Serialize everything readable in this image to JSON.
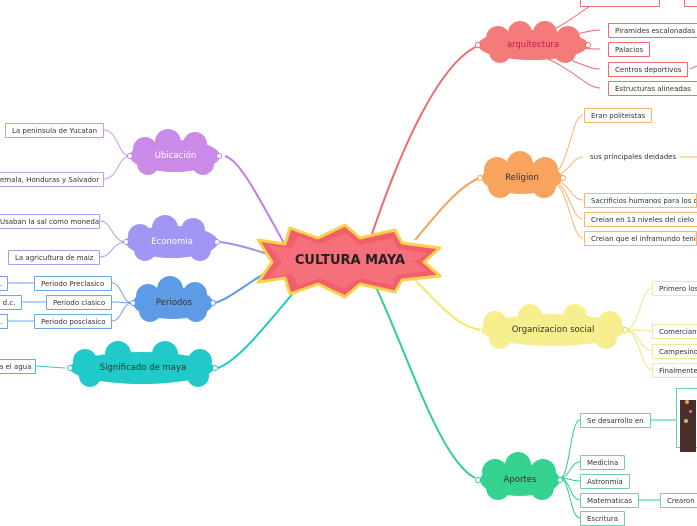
{
  "central": {
    "title": "CULTURA MAYA"
  },
  "branches": {
    "arquitectura": {
      "label": "arquitectura",
      "items": [
        "Piramides escalonadas",
        "Palacios",
        "Centros deportivos",
        "Estructuras alineadas"
      ]
    },
    "religion": {
      "label": "Religion",
      "items": [
        "Eran politeistas",
        "sus principales deidades",
        "Sacrificios humanos para los di",
        "Creian en 13 niveles del cielo",
        "Creian que el inframundo tenia"
      ]
    },
    "organizacion": {
      "label": "Organizacion social",
      "items": [
        "Primero los",
        "Comerciant",
        "Campesino",
        "Finalmente"
      ]
    },
    "aportes": {
      "label": "Aportes",
      "items": [
        "Se desarrollo en",
        "Medicina",
        "Astronmia",
        "Matematicas",
        "Escritura"
      ],
      "sub": "Crearon"
    },
    "ubicacion": {
      "label": "Ubicación",
      "items": [
        "La peninsula de Yucatan",
        "emala, Honduras y Salvador"
      ]
    },
    "economia": {
      "label": "Economia",
      "items": [
        "Usaban la sal como moneda",
        "La agricultura de maiz"
      ]
    },
    "periodos": {
      "label": "Periodos",
      "items": [
        "Periodo Preclasico",
        "Periodo clasico",
        "Periodo posclasico"
      ],
      "subs": [
        "c.",
        "0 d.c.",
        "c."
      ]
    },
    "significado": {
      "label": "Significado de maya",
      "items": [
        "ja el agua"
      ]
    }
  },
  "colors": {
    "arquitectura": "#f06b6b",
    "religion": "#f7a25a",
    "organizacion": "#f7ee8a",
    "aportes": "#2fd08a",
    "ubicacion": "#c27ee6",
    "economia": "#9b8ff3",
    "periodos": "#5e9be6",
    "significado": "#20c9c9",
    "central_fill": "#f25f6a",
    "central_inner": "#ff8a8a",
    "central_border": "#f7d24c"
  }
}
